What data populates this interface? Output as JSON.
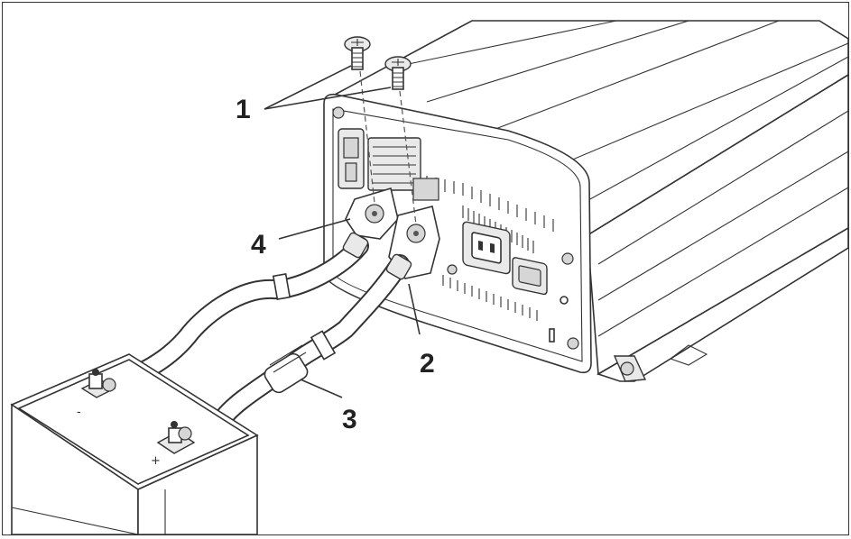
{
  "callouts": [
    {
      "id": "1",
      "label": "1"
    },
    {
      "id": "2",
      "label": "2"
    },
    {
      "id": "3",
      "label": "3"
    },
    {
      "id": "4",
      "label": "4"
    }
  ],
  "battery": {
    "negative_sign": "-",
    "positive_sign": "+"
  }
}
